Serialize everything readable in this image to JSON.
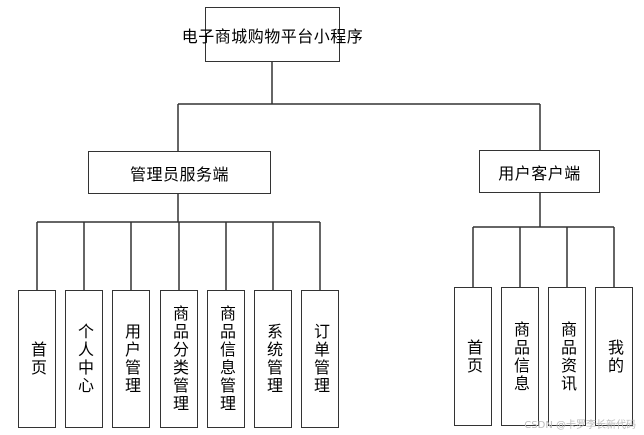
{
  "diagram": {
    "root": {
      "label": "电子商城购物平台小程序"
    },
    "branches": [
      {
        "label": "管理员服务端",
        "children": [
          "首页",
          "个人中心",
          "用户管理",
          "商品分类管理",
          "商品信息管理",
          "系统管理",
          "订单管理"
        ]
      },
      {
        "label": "用户客户端",
        "children": [
          "首页",
          "商品信息",
          "商品资讯",
          "我的"
        ]
      }
    ]
  },
  "watermark": "CSDN @卡罗李长新代码",
  "colors": {
    "line": "#333333",
    "box_border": "#333333",
    "text": "#000000",
    "watermark": "#bbbbbb"
  }
}
